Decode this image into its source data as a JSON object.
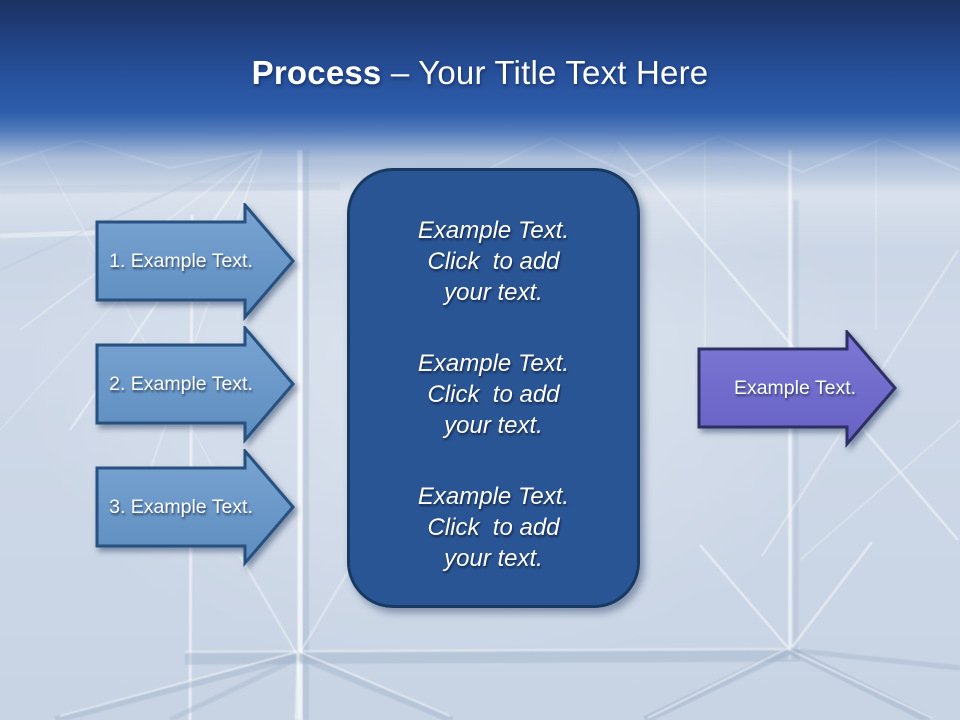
{
  "slide_title": {
    "emphasis": "Process",
    "rest": " – Your Title Text Here"
  },
  "left_arrows": [
    {
      "label": "1. Example Text."
    },
    {
      "label": "2. Example Text."
    },
    {
      "label": "3. Example Text."
    }
  ],
  "center_box": {
    "paragraphs": [
      "Example Text.\nClick  to add\nyour text.",
      "Example Text.\nClick  to add\nyour text.",
      "Example Text.\nClick  to add\nyour text."
    ]
  },
  "right_arrow": {
    "label": "Example Text."
  },
  "colors": {
    "header_blue": "#2d5dab",
    "header_dark": "#1c3162",
    "box_fill": "#2a5594",
    "box_border": "#173a63",
    "step_arrow_fill": "#6b9ac9",
    "step_arrow_border": "#27517f",
    "cta_arrow_fill": "#6f6acb",
    "cta_arrow_border": "#2e2f63",
    "text": "#ffffff"
  }
}
